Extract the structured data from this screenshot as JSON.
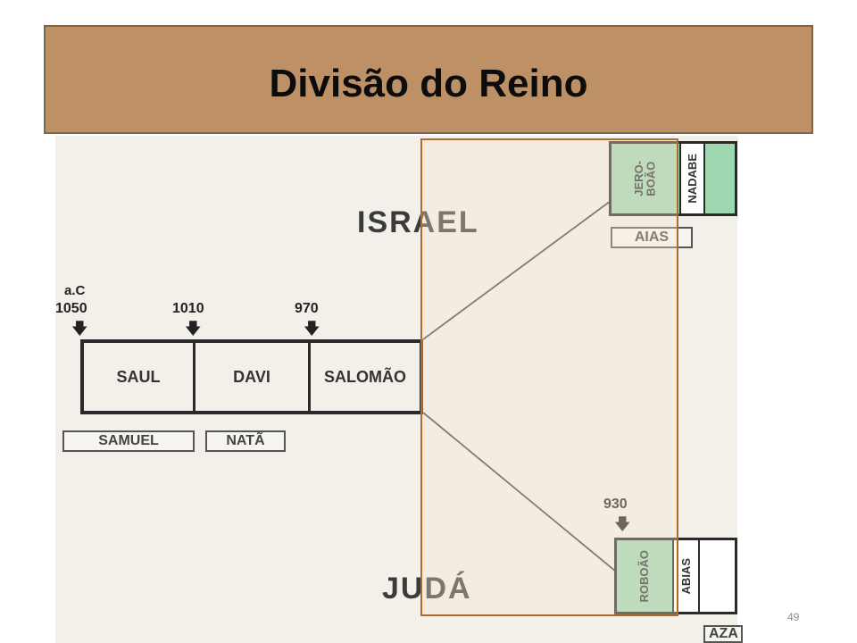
{
  "title": "Divisão do Reino",
  "labels": {
    "israel": "ISRAEL",
    "juda": "JUDÁ",
    "era": "a.C"
  },
  "dates": {
    "d1": "1050",
    "d2": "1010",
    "d3": "970",
    "d4": "930"
  },
  "kings": [
    "SAUL",
    "DAVI",
    "SALOMÃO"
  ],
  "prophets": {
    "samuel": "SAMUEL",
    "nata": "NATÃ",
    "aias": "AIAS",
    "aza": "AZA"
  },
  "north_kings": {
    "k1": "JERO-\nBOÃO",
    "k2": "NADABE"
  },
  "south_kings": {
    "k1": "ROBOÃO",
    "k2": "ABIAS"
  },
  "slide_number": "49",
  "colors": {
    "title_bg": "#bd9165",
    "highlight_border": "#b06a2a",
    "green_box": "#9fd7b1"
  }
}
